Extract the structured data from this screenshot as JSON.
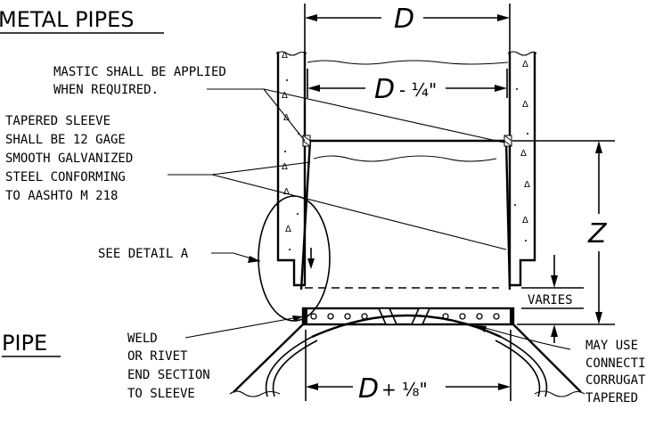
{
  "titles": {
    "metal_pipes": "METAL PIPES",
    "pipe": "PIPE"
  },
  "dimensions": {
    "D": "D",
    "D_minus": "D",
    "D_minus_frac": "- ¼\"",
    "D_plus": "D",
    "D_plus_frac": "+ ⅛\"",
    "Z": "Z",
    "varies": "VARIES"
  },
  "notes": {
    "mastic": [
      "MASTIC SHALL BE APPLIED",
      "WHEN REQUIRED."
    ],
    "sleeve": [
      "TAPERED SLEEVE",
      "SHALL BE 12 GAGE",
      "SMOOTH GALVANIZED",
      "STEEL CONFORMING",
      "TO AASHTO M 218"
    ],
    "detail": "SEE DETAIL A",
    "weld": [
      "WELD",
      "OR RIVET",
      "END SECTION",
      "TO SLEEVE"
    ],
    "may_use": [
      "MAY USE",
      "CONNECTI",
      "CORRUGAT",
      "TAPERED"
    ]
  }
}
